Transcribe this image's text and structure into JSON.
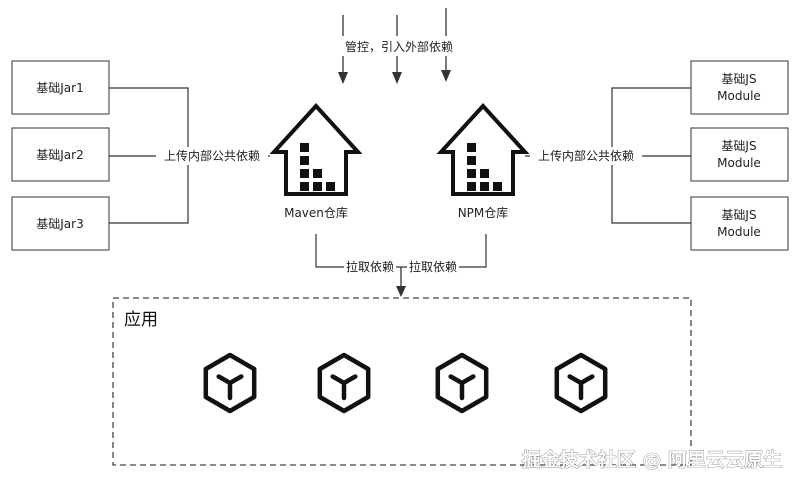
{
  "left_boxes": [
    {
      "label": "基础Jar1"
    },
    {
      "label": "基础Jar2"
    },
    {
      "label": "基础Jar3"
    }
  ],
  "right_boxes": [
    {
      "line1": "基础JS",
      "line2": "Module"
    },
    {
      "line1": "基础JS",
      "line2": "Module"
    },
    {
      "line1": "基础JS",
      "line2": "Module"
    }
  ],
  "edge_labels": {
    "top_control": "管控，引入外部依赖",
    "upload_left": "上传内部公共依赖",
    "upload_right": "上传内部公共依赖",
    "pull_left": "拉取依赖",
    "pull_right": "拉取依赖"
  },
  "repositories": {
    "maven": "Maven仓库",
    "npm": "NPM仓库"
  },
  "app_region": {
    "title": "应用",
    "app_icon_count": 4
  },
  "watermark": "掘金技术社区 @ 阿里云云原生",
  "colors": {
    "stroke": "#222222",
    "box_border": "#555555",
    "line": "#333333"
  }
}
